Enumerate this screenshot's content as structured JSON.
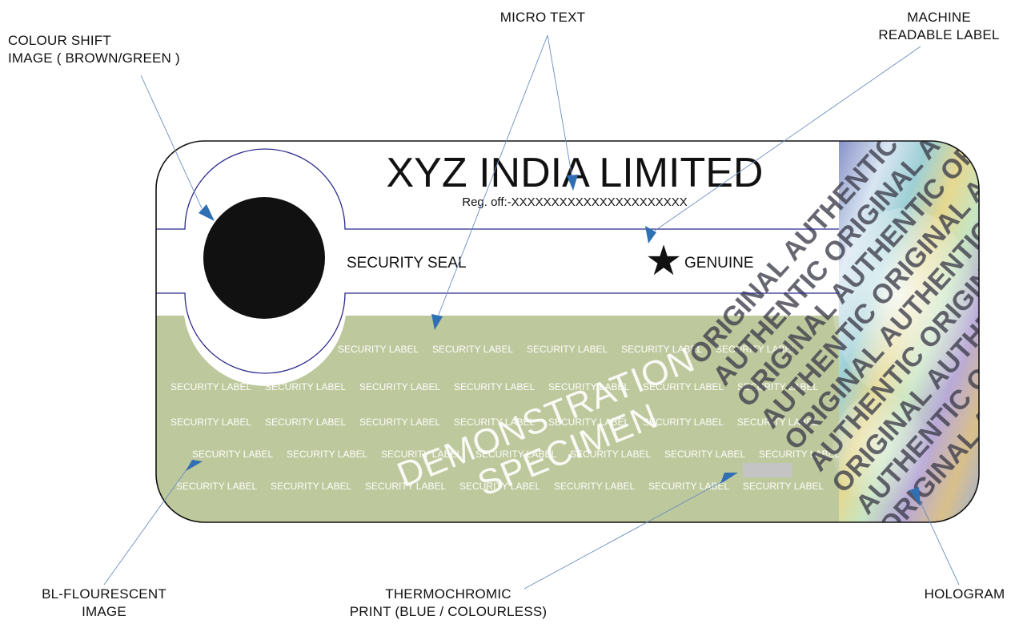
{
  "label": {
    "company": "XYZ INDIA LIMITED",
    "reg_office": "Reg. off:-XXXXXXXXXXXXXXXXXXXXXX",
    "seal_text": "SECURITY SEAL",
    "genuine_text": "GENUINE",
    "micro_text": "SECURITY LABEL",
    "watermark_lines": [
      "DEMONSTRATION",
      "SPECIMEN"
    ],
    "hologram_words": [
      "ORIGINAL",
      "AUTHENTIC"
    ]
  },
  "callouts": {
    "micro_text": [
      "MICRO TEXT"
    ],
    "colour_shift": [
      "COLOUR SHIFT",
      "IMAGE ( BROWN/GREEN )"
    ],
    "machine_readable": [
      "MACHINE",
      "READABLE LABEL"
    ],
    "bl_fluorescent": [
      "BL-FLOURESCENT",
      "IMAGE"
    ],
    "thermochromic": [
      "THERMOCHROMIC",
      "PRINT (BLUE /  COLOURLESS)"
    ],
    "hologram": [
      "HOLOGRAM"
    ]
  },
  "colors": {
    "green_panel": "#bdc89c",
    "navy_line": "#2b2a8c",
    "arrow_blue": "#2f6fb3",
    "thermo_patch": "#c4c4c4"
  }
}
